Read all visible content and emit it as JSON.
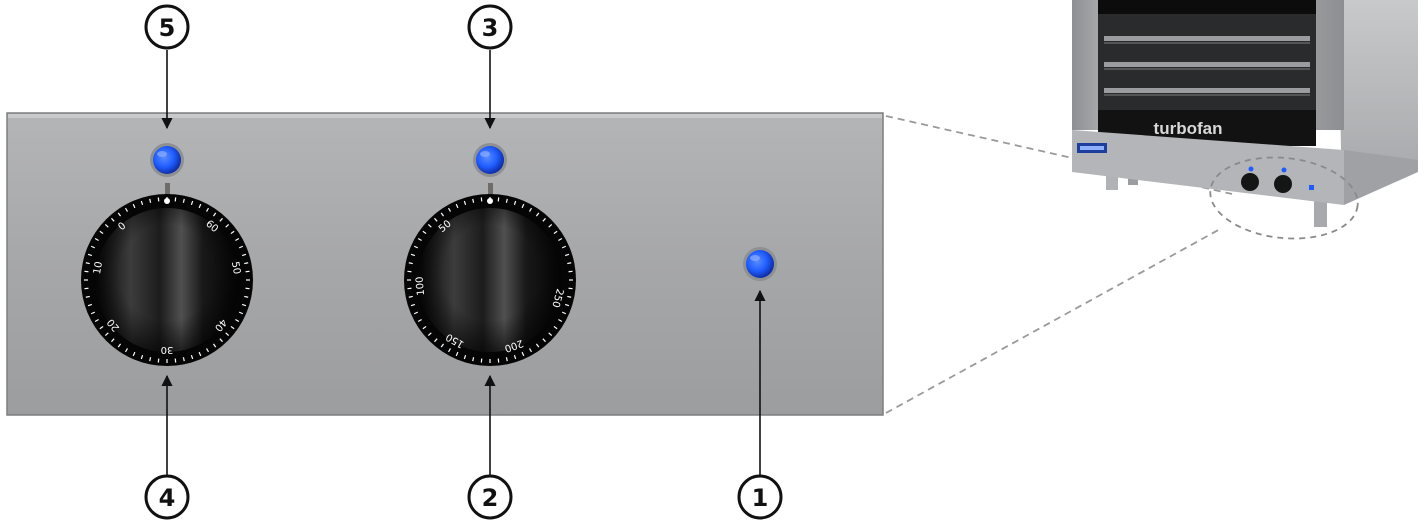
{
  "callouts": [
    {
      "id": "c5",
      "label": "5"
    },
    {
      "id": "c3",
      "label": "3"
    },
    {
      "id": "c4",
      "label": "4"
    },
    {
      "id": "c2",
      "label": "2"
    },
    {
      "id": "c1",
      "label": "1"
    }
  ],
  "timer_dial": {
    "labels": [
      "0",
      "60",
      "50",
      "40",
      "30",
      "20",
      "10"
    ]
  },
  "thermostat_dial": {
    "labels": [
      "50",
      "100",
      "150",
      "200",
      "250"
    ]
  },
  "oven": {
    "brand": "turbofan"
  },
  "colors": {
    "panel": "#a9aaac",
    "indicator_lamp": "#1f5cff",
    "knob": "#0b0b0b",
    "callout_stroke": "#111111"
  }
}
